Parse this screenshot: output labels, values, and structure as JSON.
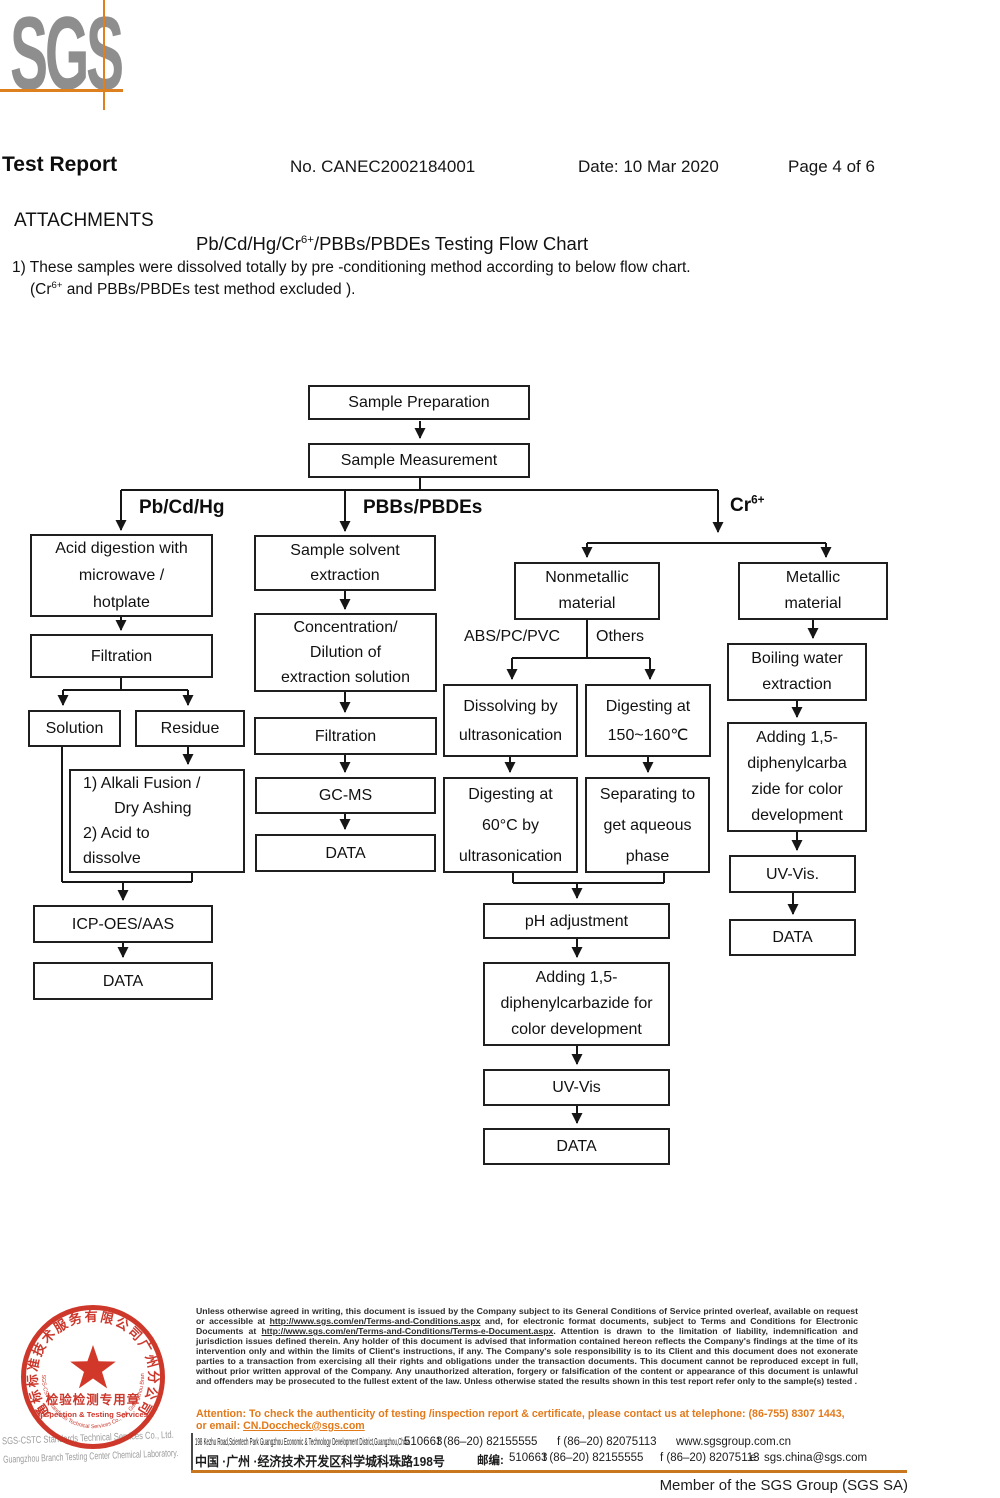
{
  "header": {
    "logo": "SGS",
    "title": "Test Report",
    "report_no": "No. CANEC2002184001",
    "date": "Date: 10 Mar 2020",
    "page": "Page 4 of 6"
  },
  "attachments": {
    "heading": "ATTACHMENTS",
    "title_pre": "Pb/Cd/Hg/Cr",
    "title_sup": "6+",
    "title_post": "/PBBs/PBDEs Testing Flow Chart",
    "note1": "1) These samples were dissolved totally by pre -conditioning method according to below flow chart.",
    "note2_pre": "(Cr",
    "note2_sup": "6+",
    "note2_post": " and PBBs/PBDEs test method excluded )."
  },
  "flowchart": {
    "branch_labels": {
      "left": "Pb/Cd/Hg",
      "middle": "PBBs/PBDEs",
      "right_pre": "Cr",
      "right_sup": "6+"
    },
    "sub_labels": {
      "abs": "ABS/PC/PVC",
      "others": "Others"
    },
    "nodes": {
      "sample_prep": "Sample Preparation",
      "sample_meas": "Sample Measurement",
      "acid": "Acid digestion with\nmicrowave /\nhotplate",
      "filtration1": "Filtration",
      "solution": "Solution",
      "residue": "Residue",
      "alkali": "1) Alkali Fusion /\n       Dry Ashing\n2) Acid to\ndissolve",
      "icp": "ICP-OES/AAS",
      "data1": "DATA",
      "solvent": "Sample solvent\nextraction",
      "conc": "Concentration/\nDilution of\nextraction solution",
      "filtration2": "Filtration",
      "gcms": "GC-MS",
      "data2": "DATA",
      "nonmetallic": "Nonmetallic\nmaterial",
      "metallic": "Metallic\nmaterial",
      "dissolving": "Dissolving by\nultrasonication",
      "digest150": "Digesting at\n150~160℃",
      "digest60": "Digesting at\n60°C by\nultrasonication",
      "separating": "Separating to\nget aqueous\nphase",
      "boiling": "Boiling water\nextraction",
      "adding_right": "Adding 1,5-\ndiphenylcarba\nzide for color\ndevelopment",
      "uvvis_right": "UV-Vis.",
      "data_right": "DATA",
      "ph": "pH adjustment",
      "adding_mid": "Adding 1,5-\ndiphenylcarbazide for\ncolor development",
      "uvvis_mid": "UV-Vis",
      "data_mid": "DATA"
    }
  },
  "footer": {
    "legal": {
      "p1": "Unless otherwise agreed in writing, this document is issued by the Company subject to its General Conditions of Service printed overleaf, available on request or accessible at ",
      "url1": "http://www.sgs.com/en/Terms-and-Conditions.aspx",
      "p2": " and, for electronic format documents, subject to Terms and Conditions for Electronic Documents at ",
      "url2": "http://www.sgs.com/en/Terms-and-Conditions/Terms-e-Document.aspx",
      "p3": ". Attention is drawn to the limitation of liability, indemnification and jurisdiction issues defined therein. Any holder of this document is advised that information contained hereon reflects the Company's findings at the time of its intervention only and within the limits of Client's instructions, if any. The Company's sole responsibility is to its Client and this document does not exonerate parties to a transaction from exercising all their rights and obligations under the transaction documents. This document cannot be reproduced except in full, without prior written approval of the Company. Any unauthorized alteration, forgery or falsification of the content or appearance of this document is unlawful and offenders may be prosecuted to the fullest extent of the law. Unless otherwise stated the results shown in this test report refer only to the sample(s) tested ."
    },
    "attention": {
      "line1": "Attention: To check the authenticity of testing /inspection report & certificate, please contact us at telephone: (86-755) 8307 1443,",
      "line2_label": "or email: ",
      "email": "CN.Doccheck@sgs.com"
    },
    "address": {
      "en": "198 Kezhu Road,Scientech Park Guangzhou Economic & Technology Development District,Guangzhou,China",
      "zip1": "510663",
      "t1": "t (86–20) 82155555",
      "f1": "f (86–20) 82075113",
      "web": "www.sgsgroup.com.cn",
      "cn": "中国 ·广州 ·经济技术开发区科学城科珠路198号",
      "zip_label": "邮编:",
      "zip2": "510663",
      "t2": "t (86–20) 82155555",
      "f2": "f (86–20) 82075113",
      "e_label": "e",
      "email": "sgs.china@sgs.com"
    },
    "member": "Member of the SGS Group (SGS SA)"
  },
  "stamp": {
    "ring_cn": "通标标准技术服务有限公司广州分公司",
    "ring_en": "SGS-CSTC Standards Technical Services Co., Ltd. Guangzhou Branch",
    "inner_cn": "检验检测专用章",
    "inner_en": "Inspection & Testing Services",
    "gray1": "SGS-CSTC Standards Technical Services Co., Ltd.",
    "gray2": "Guangzhou Branch Testing Center Chemical Laboratory."
  }
}
